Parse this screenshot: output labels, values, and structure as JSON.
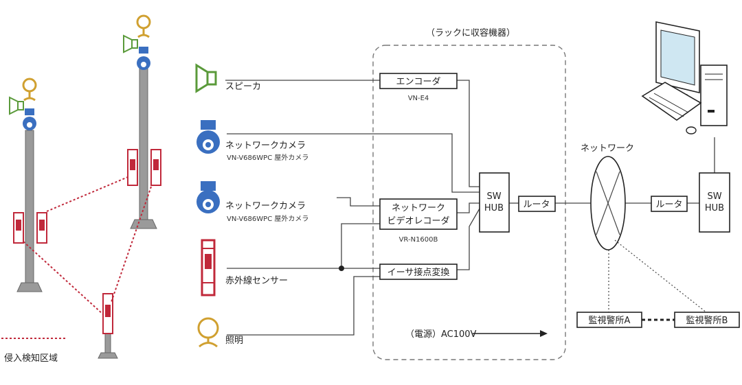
{
  "rack": {
    "title": "（ラックに収容機器）",
    "power": "（電源）AC100V"
  },
  "devices": {
    "speaker": "スピーカ",
    "camera1": {
      "name": "ネットワークカメラ",
      "model": "VN-V686WPC 屋外カメラ"
    },
    "camera2": {
      "name": "ネットワークカメラ",
      "model": "VN-V686WPC 屋外カメラ"
    },
    "sensor": "赤外線センサー",
    "light": "照明"
  },
  "boxes": {
    "encoder": {
      "label": "エンコーダ",
      "model": "VN-E4"
    },
    "recorder": {
      "line1": "ネットワーク",
      "line2": "ビデオレコーダ",
      "model": "VR-N1600B"
    },
    "sensor_conv": "イーサ接点変換",
    "hub_left": {
      "line1": "SW",
      "line2": "HUB"
    },
    "router_left": "ルータ",
    "router_right": "ルータ",
    "hub_right": {
      "line1": "SW",
      "line2": "HUB"
    }
  },
  "network": {
    "label": "ネットワーク"
  },
  "monitors": {
    "a": "監視警所A",
    "b": "監視警所B"
  },
  "legend": {
    "intrusion": "侵入検知区域"
  },
  "colors": {
    "speaker_green": "#5a9a3a",
    "camera_blue": "#3a6fc0",
    "sensor_red": "#c0283a",
    "light_gold": "#d0a030",
    "pole_gray": "#9a9a9a"
  }
}
